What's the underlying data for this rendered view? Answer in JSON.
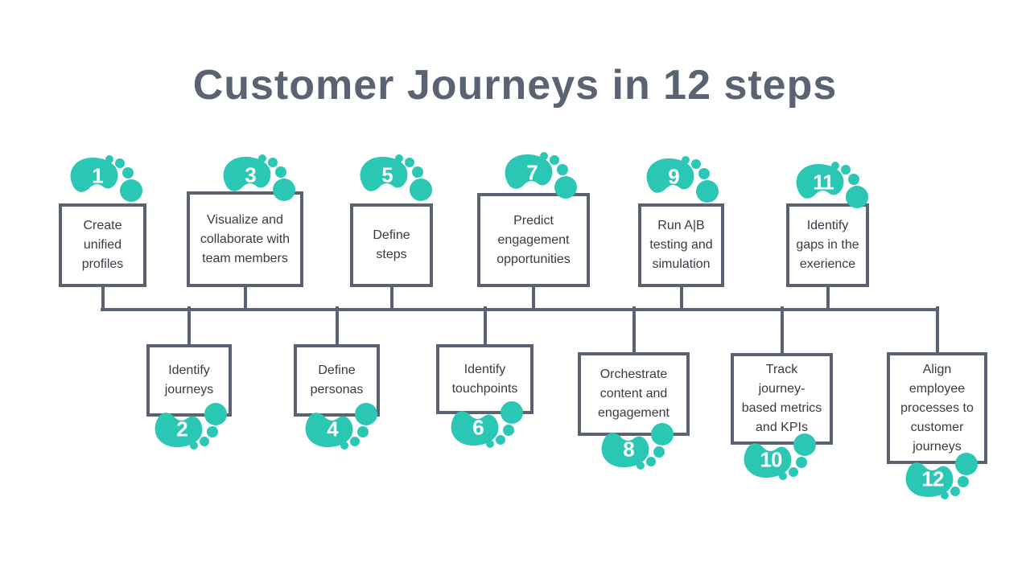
{
  "title": "Customer Journeys in 12 steps",
  "colors": {
    "accent_teal": "#2bc7b5",
    "line_slate": "#5b6372",
    "box_text": "#3a3a44"
  },
  "icon_legend": "footprint-icon",
  "steps": [
    {
      "num": "1",
      "label": "Create\nunified\nprofiles"
    },
    {
      "num": "2",
      "label": "Identify\njourneys"
    },
    {
      "num": "3",
      "label": "Visualize and\ncollaborate with\nteam members"
    },
    {
      "num": "4",
      "label": "Define\npersonas"
    },
    {
      "num": "5",
      "label": "Define\nsteps"
    },
    {
      "num": "6",
      "label": "Identify\ntouchpoints"
    },
    {
      "num": "7",
      "label": "Predict\nengagement\nopportunities"
    },
    {
      "num": "8",
      "label": "Orchestrate\ncontent and\nengagement"
    },
    {
      "num": "9",
      "label": "Run A|B\ntesting and\nsimulation"
    },
    {
      "num": "10",
      "label": "Track\njourney-\nbased metrics\nand KPIs"
    },
    {
      "num": "11",
      "label": "Identify\ngaps in the\nexerience"
    },
    {
      "num": "12",
      "label": "Align\nemployee\nprocesses to\ncustomer\njourneys"
    }
  ]
}
